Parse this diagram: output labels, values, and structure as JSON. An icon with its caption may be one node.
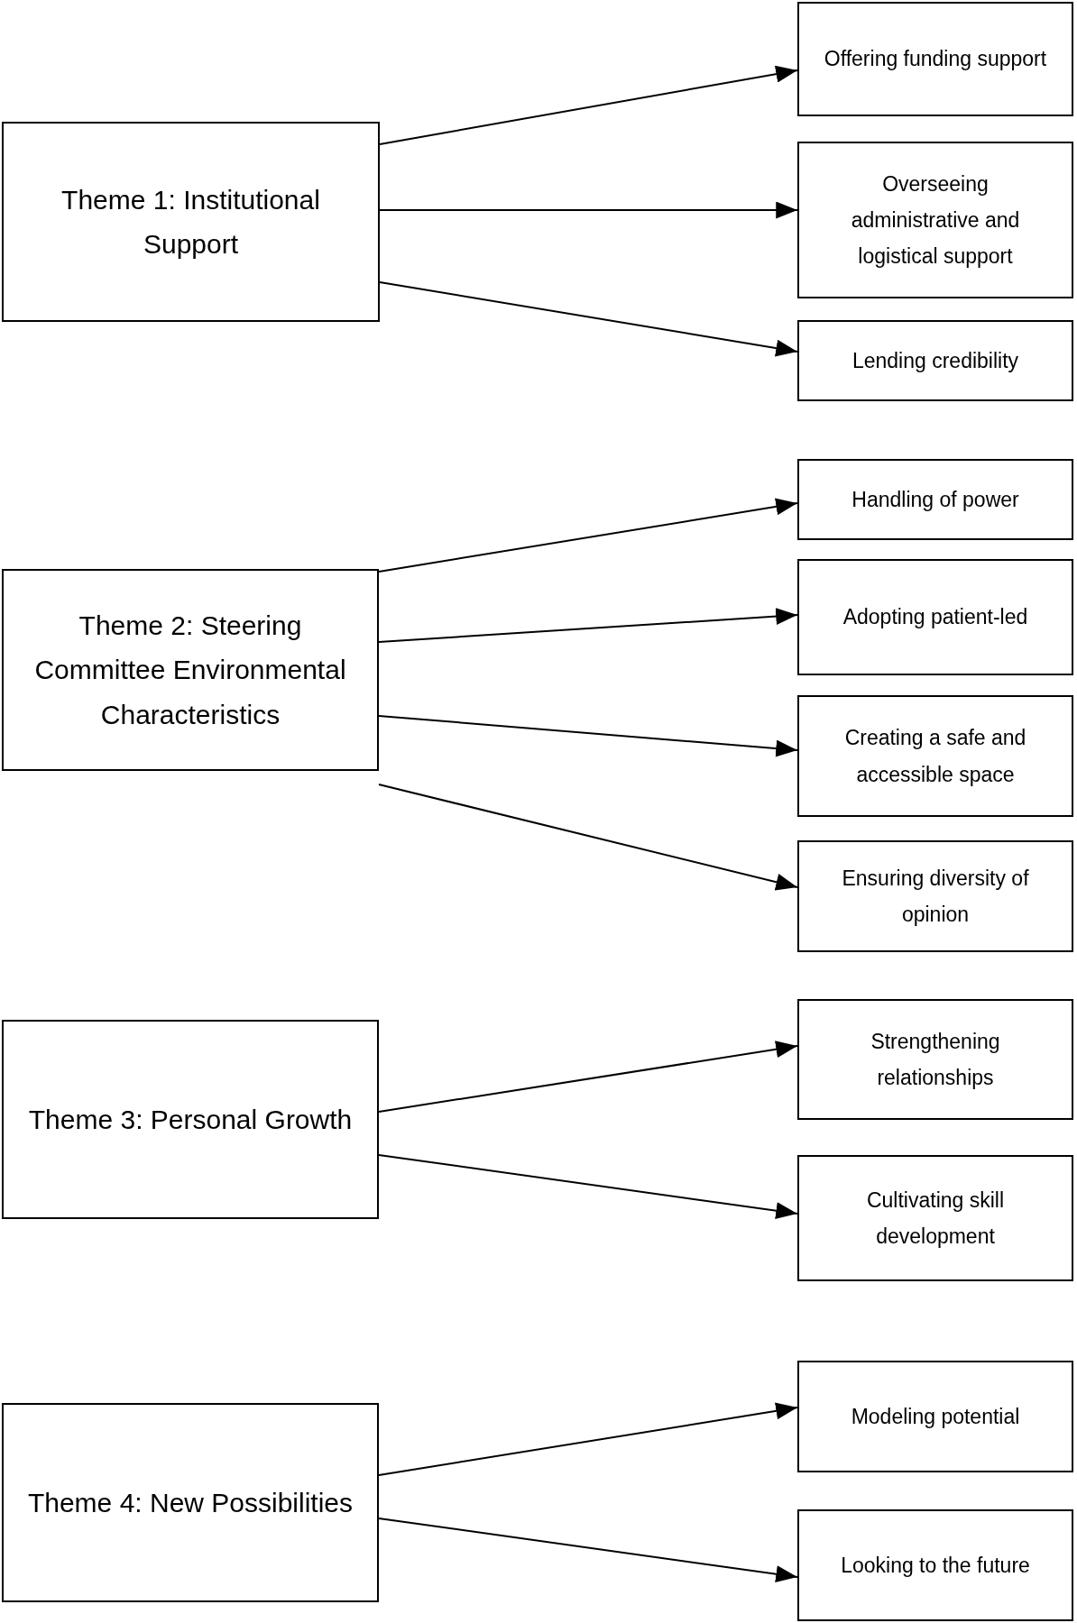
{
  "diagram": {
    "nodes": [
      {
        "text": [
          "Theme 1: Institutional Support"
        ]
      },
      {
        "text": [
          "Offering funding support"
        ]
      },
      {
        "text": [
          "Overseeing administrative and logistical support"
        ]
      },
      {
        "text": [
          "Lending credibility"
        ]
      },
      {
        "text": [
          "Theme 2: Steering Committee Environmental Characteristics"
        ]
      },
      {
        "text": [
          "Handling of power"
        ]
      },
      {
        "text": [
          "Adopting patient-led"
        ]
      },
      {
        "text": [
          "Creating a safe and accessible space"
        ]
      },
      {
        "text": [
          "Ensuring diversity of opinion"
        ]
      },
      {
        "text": [
          "Theme 3: Personal Growth"
        ]
      },
      {
        "text": [
          "Strengthening relationships"
        ]
      },
      {
        "text": [
          "Cultivating skill development"
        ]
      },
      {
        "text": [
          "Theme 4: New Possibilities"
        ]
      },
      {
        "text": [
          "Modeling potential"
        ]
      },
      {
        "text": [
          "Looking to the future"
        ]
      }
    ],
    "edges": [
      {
        "from": 0,
        "to": 1,
        "arrow": "to"
      },
      {
        "from": 0,
        "to": 2,
        "arrow": "to"
      },
      {
        "from": 0,
        "to": 3,
        "arrow": "to"
      },
      {
        "from": 4,
        "to": 5,
        "arrow": "to"
      },
      {
        "from": 4,
        "to": 6,
        "arrow": "to"
      },
      {
        "from": 4,
        "to": 7,
        "arrow": "to"
      },
      {
        "from": 4,
        "to": 8,
        "arrow": "to"
      },
      {
        "from": 9,
        "to": 10,
        "arrow": "to"
      },
      {
        "from": 9,
        "to": 11,
        "arrow": "to"
      },
      {
        "from": 12,
        "to": 13,
        "arrow": "to"
      },
      {
        "from": 12,
        "to": 14,
        "arrow": "to"
      }
    ]
  }
}
